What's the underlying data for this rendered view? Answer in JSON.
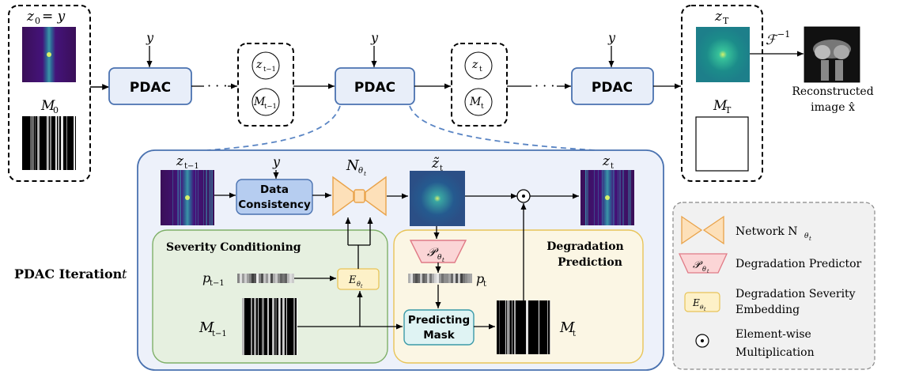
{
  "top": {
    "z0_label": "z",
    "z0_sub": "0",
    "z0_eq": "= y",
    "m0_label": "M",
    "m0_sub": "0",
    "y": "y",
    "pdac": "PDAC",
    "dots": "· · ·",
    "z_tm1": "z",
    "z_tm1_sub": "t−1",
    "m_tm1": "M",
    "m_tm1_sub": "t−1",
    "z_t": "z",
    "z_t_sub": "t",
    "m_t": "M",
    "m_t_sub": "t",
    "zT_label": "z",
    "zT_sub": "T",
    "mT_label": "M",
    "mT_sub": "T",
    "finv": "ℱ",
    "finv_sup": "−1",
    "recon_line1": "Reconstructed",
    "recon_line2": "image x̂"
  },
  "iteration": {
    "label": "PDAC Iteration",
    "label_var": "t",
    "z_in": "z",
    "z_in_sub": "t−1",
    "y": "y",
    "dc_line1": "Data",
    "dc_line2": "Consistency",
    "N_label": "N",
    "N_sub": "θ",
    "N_subsub": "t",
    "ztilde": "z̃",
    "ztilde_sub": "t",
    "z_out": "z",
    "z_out_sub": "t",
    "severity_title": "Severity Conditioning",
    "degradation_title_1": "Degradation",
    "degradation_title_2": "Prediction",
    "p_in": "p",
    "p_in_sub": "t−1",
    "p_out": "p",
    "p_out_sub": "t",
    "E": "E",
    "E_sub": "θ",
    "E_subsub": "t",
    "P": "𝒫",
    "P_sub": "θ",
    "P_subsub": "t",
    "m_in": "M",
    "m_in_sub": "t−1",
    "m_out": "M",
    "m_out_sub": "t",
    "pm_line1": "Predicting",
    "pm_line2": "Mask",
    "odot": "⊙"
  },
  "legend": {
    "network": "Network N",
    "network_sub": "θ",
    "network_subsub": "t",
    "predictor": "Degradation Predictor",
    "embed_line1": "Degradation Severity",
    "embed_line2": "Embedding",
    "mult_line1": "Element-wise",
    "mult_line2": "Multiplication"
  },
  "colors": {
    "pdac_fill": "#e8eef9",
    "pdac_stroke": "#4a72b0",
    "big_fill": "#edf1fa",
    "green_fill": "#e6f0e0",
    "green_stroke": "#7fb069",
    "yellow_fill": "#fbf6e4",
    "yellow_stroke": "#e8c458",
    "network_fill": "#fde0b9",
    "network_stroke": "#e9a34a",
    "predictor_fill": "#fbd5d6",
    "predictor_stroke": "#e07a86",
    "mask_fill": "#dff3f3",
    "mask_stroke": "#3a9aa8",
    "dc_fill": "#b6cdf0",
    "dc_stroke": "#4a72b0"
  }
}
